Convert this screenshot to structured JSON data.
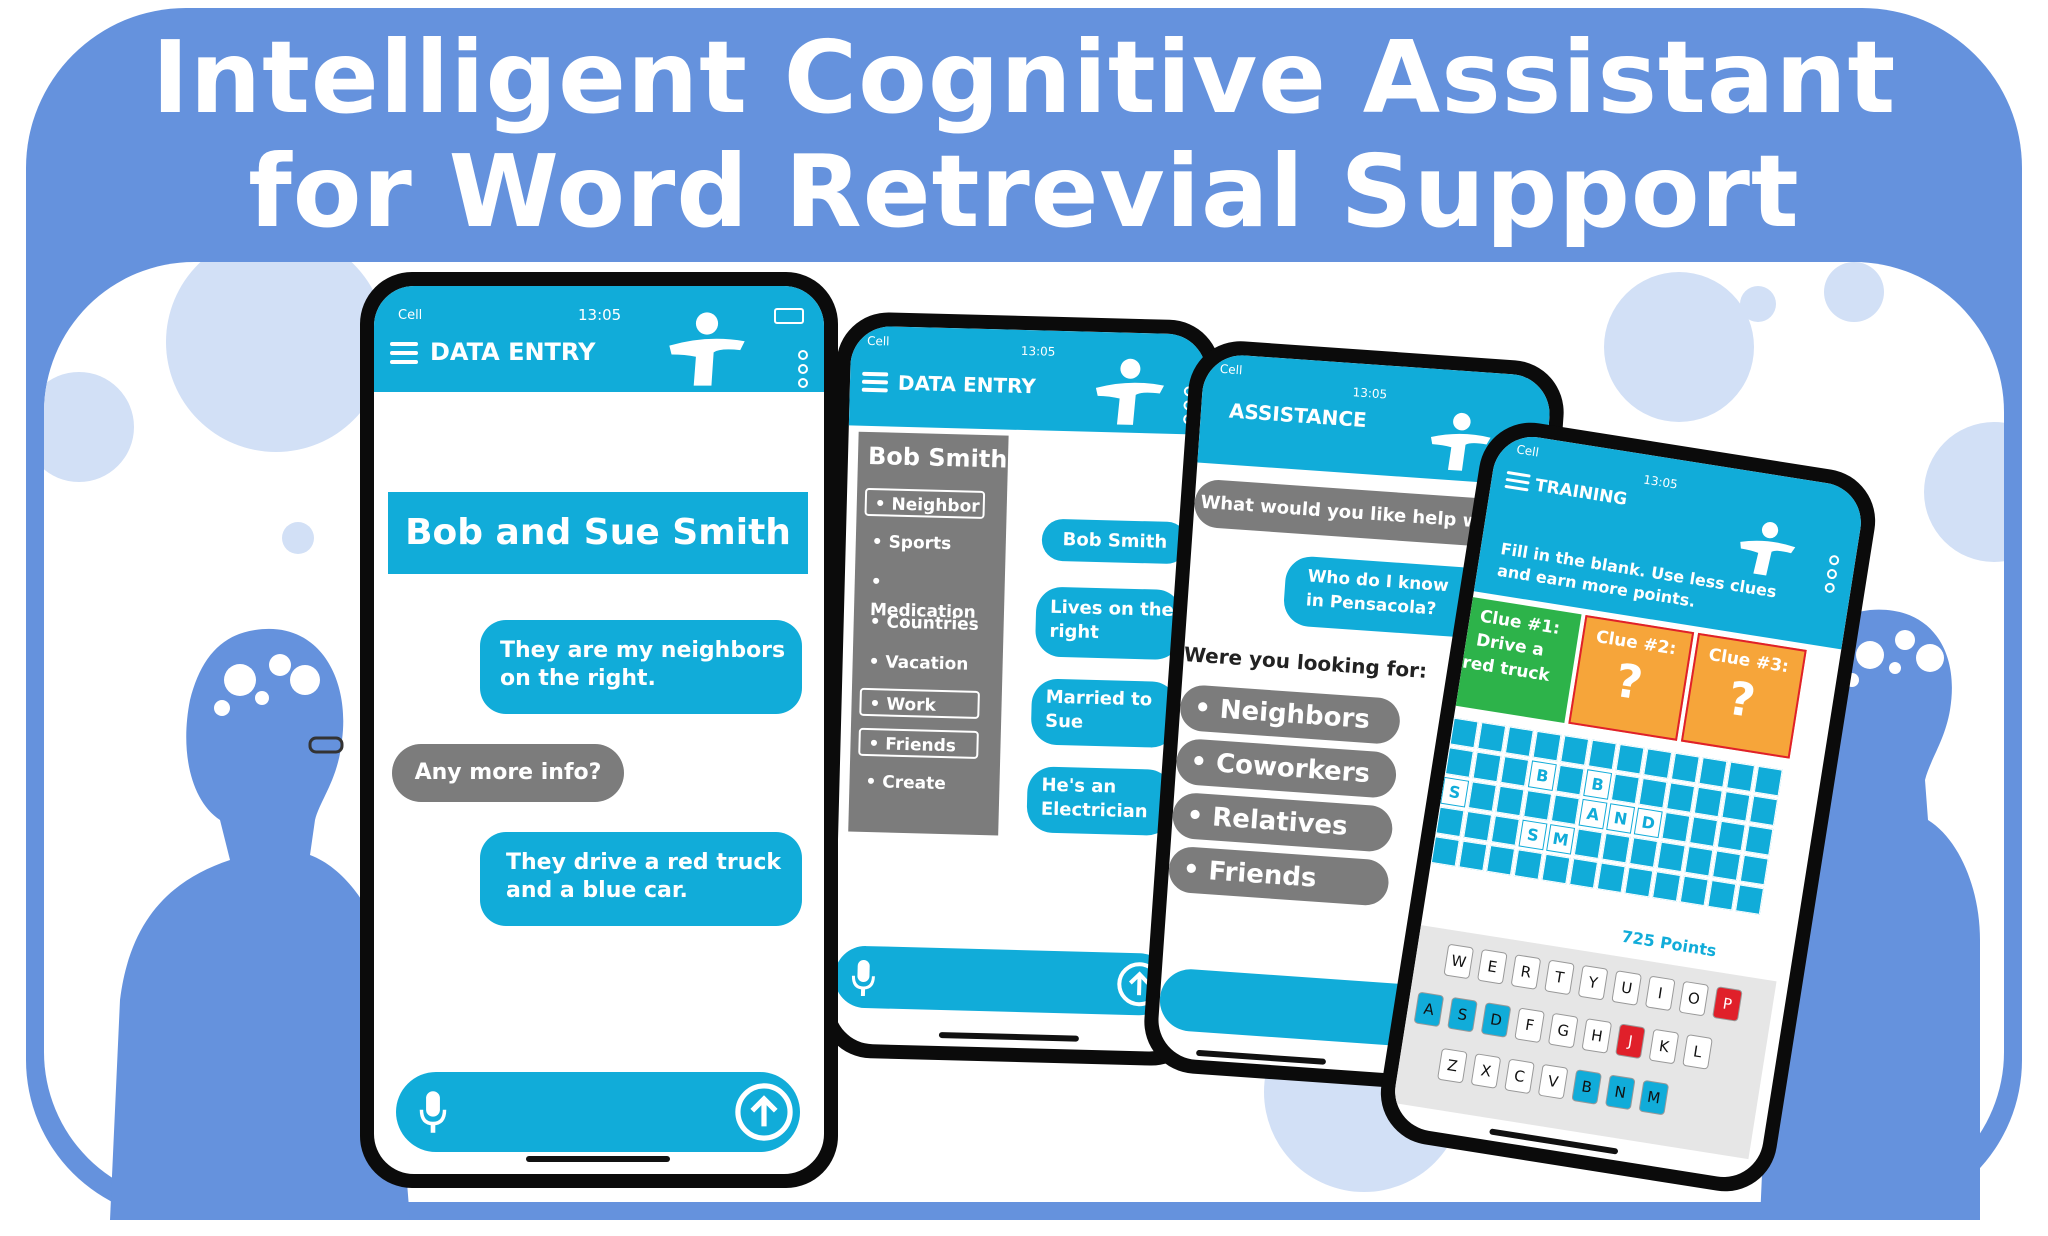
{
  "title": {
    "line1": "Intelligent Cognitive Assistant",
    "line2": "for Word Retrevial Support"
  },
  "colors": {
    "frame": "#6592dd",
    "accent": "#11acd9",
    "grey": "#7c7c7c",
    "clue_green": "#2db34a",
    "clue_orange": "#f6a53a",
    "key_red": "#e0202a",
    "key_blue": "#11acd9"
  },
  "phone1": {
    "status_cell": "Cell",
    "status_time": "13:05",
    "nav_title": "DATA ENTRY",
    "header_box": "Bob and Sue Smith",
    "msg1_line1": "They are my neighbors",
    "msg1_line2": "on the right.",
    "msg2": "Any more info?",
    "msg3_line1": "They drive a red truck",
    "msg3_line2": "and a blue car."
  },
  "phone2": {
    "status_cell": "Cell",
    "status_time": "13:05",
    "nav_title": "DATA ENTRY",
    "menu_title": "Bob Smith",
    "menu_items": [
      "Neighbor",
      "Sports",
      "Medication",
      "Countries",
      "Vacation",
      "Work",
      "Friends",
      "Create"
    ],
    "bubble1": "Bob Smith",
    "bubble2_line1": "Lives on the",
    "bubble2_line2": "right",
    "bubble3_line1": "Married to",
    "bubble3_line2": "Sue",
    "bubble4_line1": "He's an",
    "bubble4_line2": "Electrician"
  },
  "phone3": {
    "status_cell": "Cell",
    "status_time": "13:05",
    "nav_title": "ASSISTANCE",
    "question": "What would you like help with?",
    "user_line1": "Who do I know",
    "user_line2": "in Pensacola?",
    "prompt": "Were you looking for:",
    "options": [
      "Neighbors",
      "Coworkers",
      "Relatives",
      "Friends"
    ]
  },
  "phone4": {
    "status_cell": "Cell",
    "status_time": "13:05",
    "nav_title": "TRAINING",
    "instruction_line1": "Fill in the blank. Use less clues",
    "instruction_line2": "and earn more points.",
    "clue1_title": "Clue #1:",
    "clue1_line1": "Drive a",
    "clue1_line2": "red truck",
    "clue2_title": "Clue #2:",
    "clue3_title": "Clue #3:",
    "unknown": "?",
    "puzzle_letters": [
      "B",
      "B",
      "A",
      "N",
      "D",
      "S",
      "S",
      "M"
    ],
    "points": "725 Points",
    "kb_row1": [
      "W",
      "E",
      "R",
      "T",
      "Y",
      "U",
      "I",
      "O",
      "P"
    ],
    "kb_row2": [
      "A",
      "S",
      "D",
      "F",
      "G",
      "H",
      "J",
      "K",
      "L"
    ],
    "kb_row3": [
      "Z",
      "X",
      "C",
      "V",
      "B",
      "N",
      "M"
    ]
  }
}
